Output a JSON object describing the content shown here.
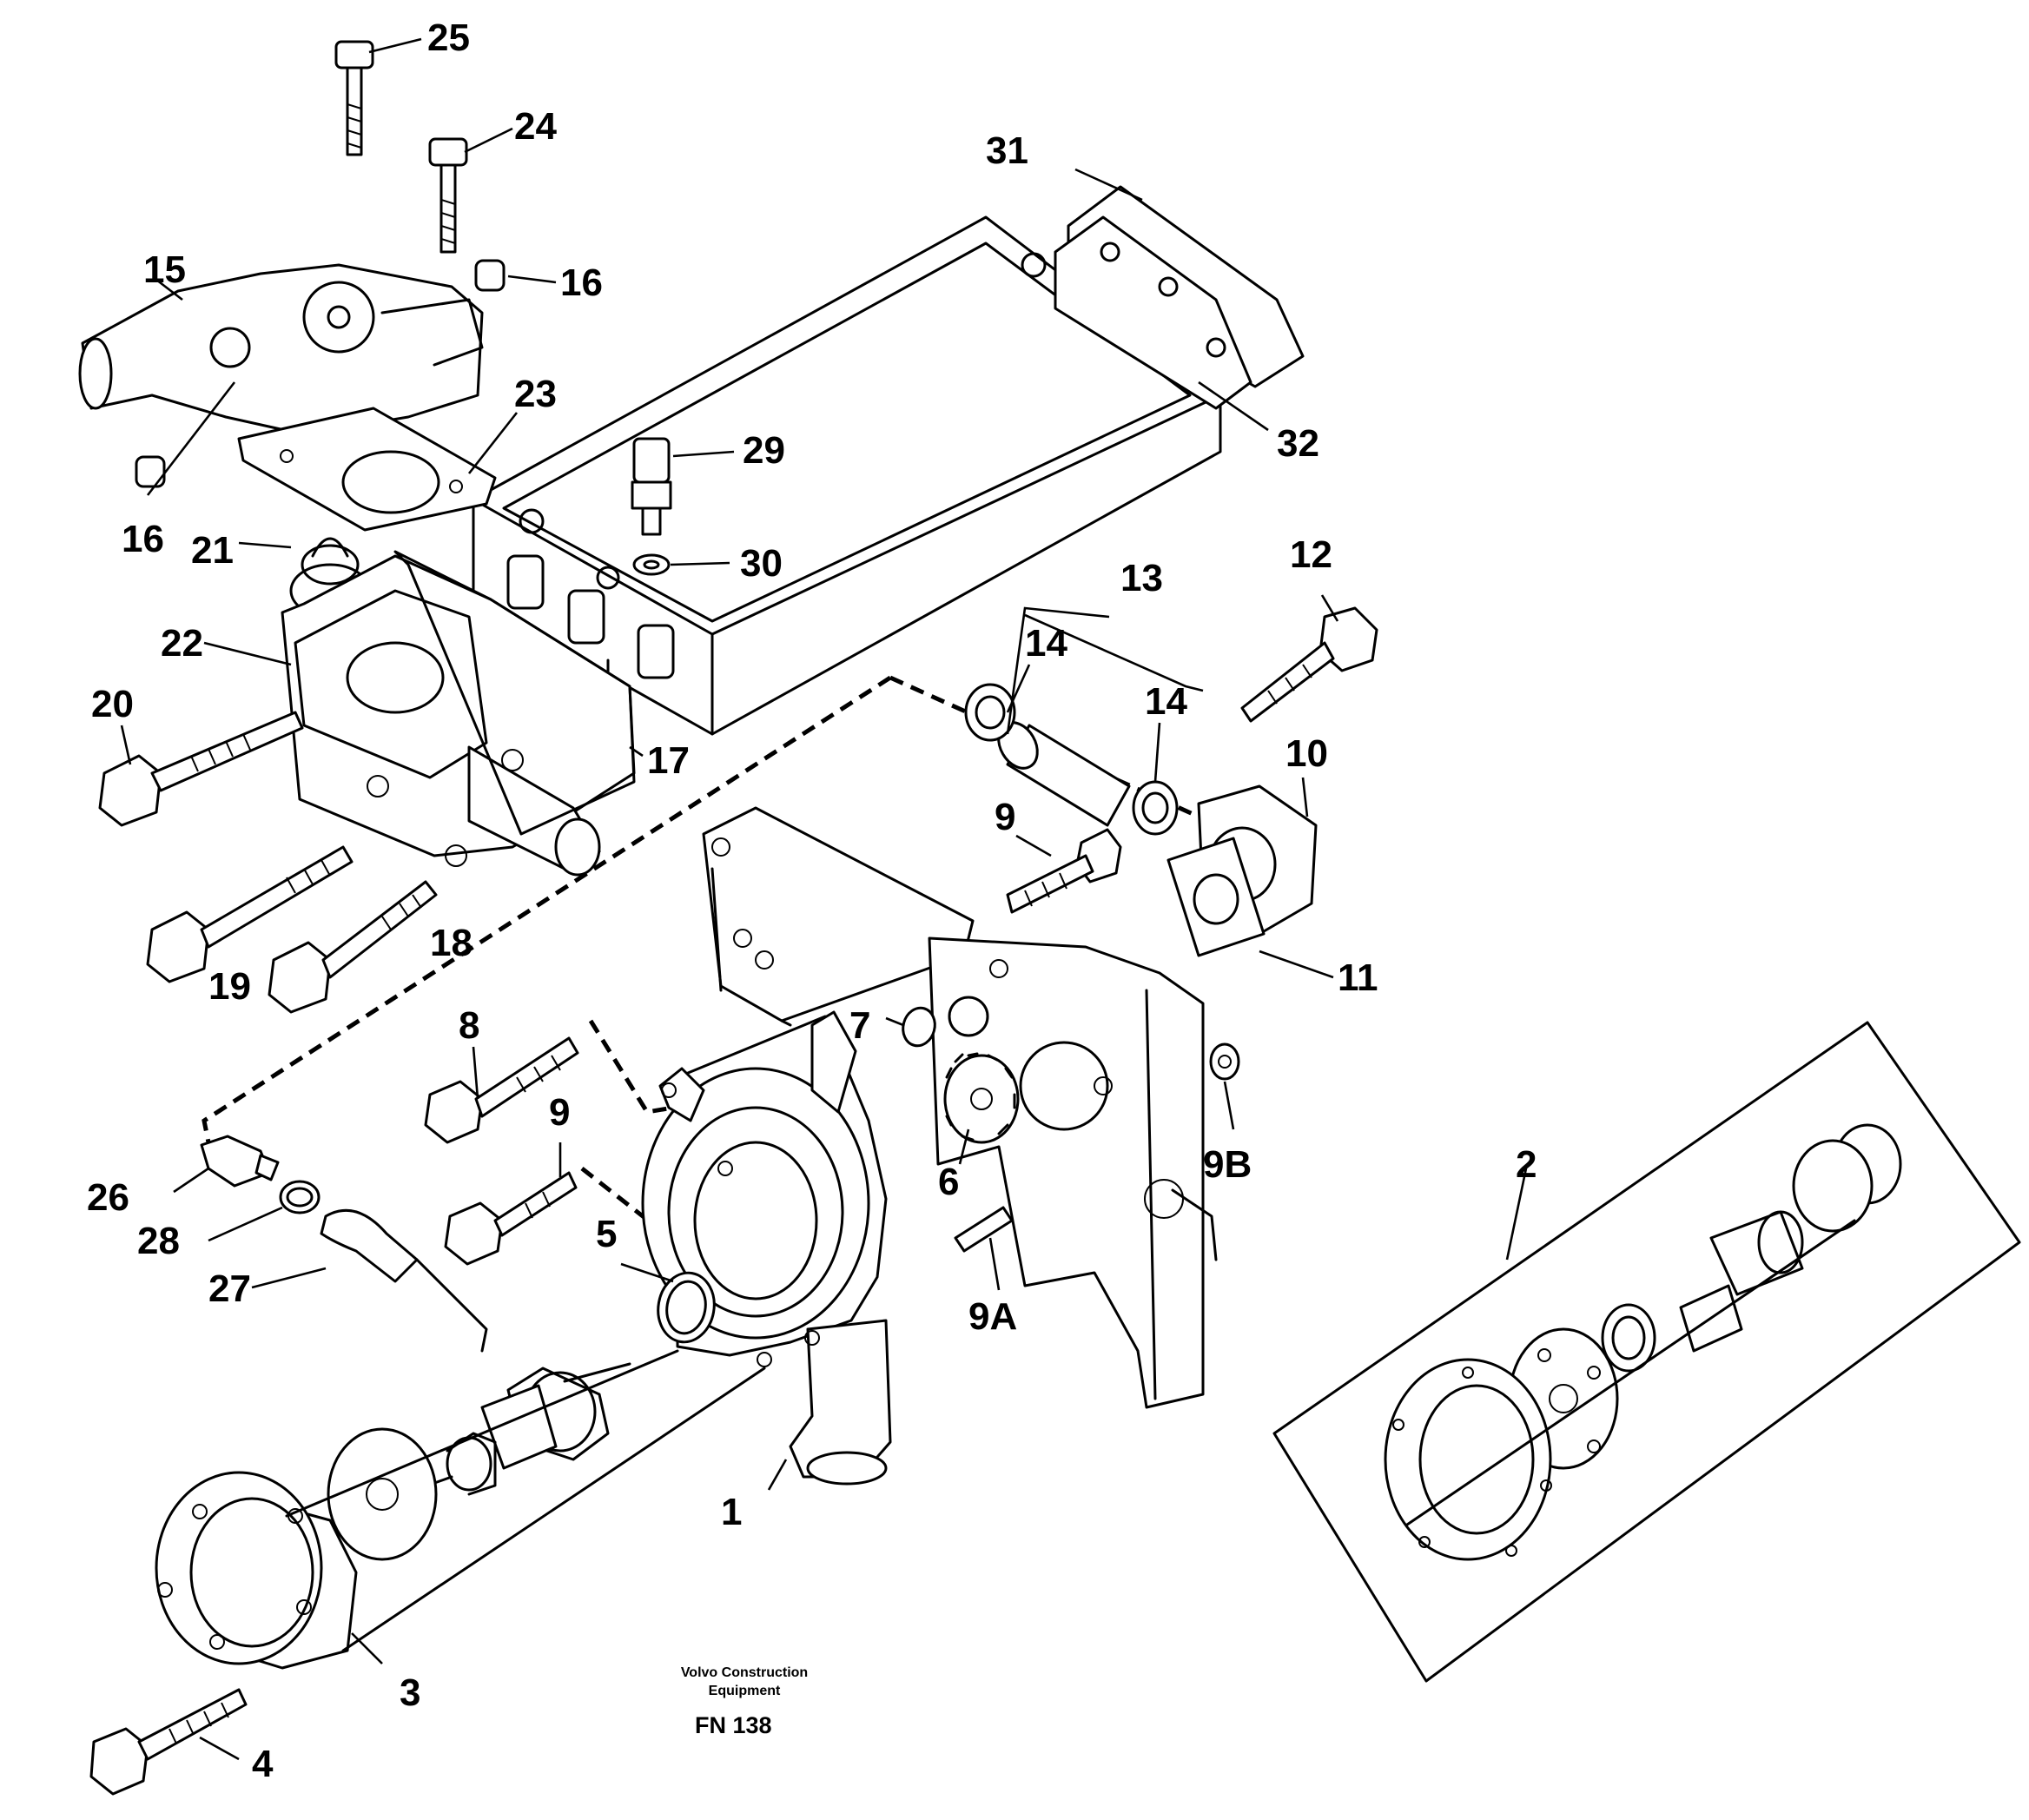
{
  "labels": {
    "l1": "1",
    "l2": "2",
    "l3": "3",
    "l4": "4",
    "l5": "5",
    "l6": "6",
    "l7": "7",
    "l8": "8",
    "l9a": "9",
    "l9b": "9",
    "l9A": "9A",
    "l9B": "9B",
    "l10": "10",
    "l11": "11",
    "l12": "12",
    "l13": "13",
    "l14a": "14",
    "l14b": "14",
    "l15": "15",
    "l16a": "16",
    "l16b": "16",
    "l17": "17",
    "l18": "18",
    "l19": "19",
    "l20": "20",
    "l21": "21",
    "l22": "22",
    "l23": "23",
    "l24": "24",
    "l25": "25",
    "l26": "26",
    "l27": "27",
    "l28": "28",
    "l29": "29",
    "l30": "30",
    "l31": "31",
    "l32": "32"
  },
  "caption": {
    "company_line1": "Volvo Construction",
    "company_line2": "Equipment",
    "code": "FN 138"
  }
}
